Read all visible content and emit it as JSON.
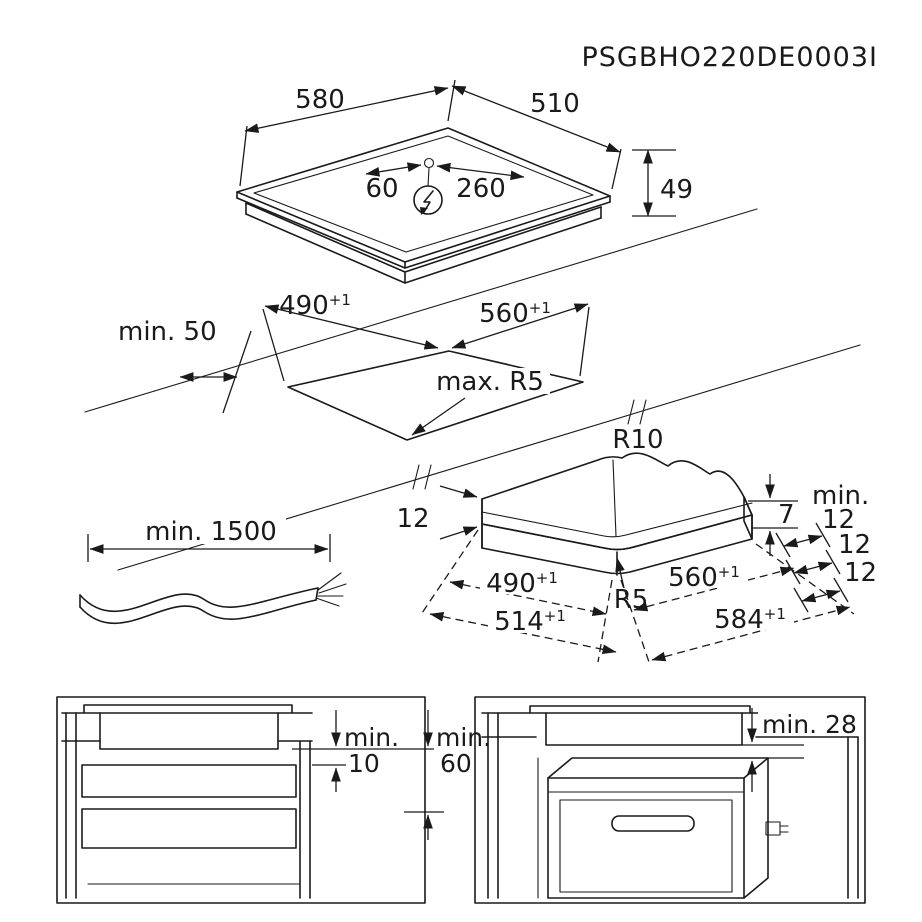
{
  "drawing": {
    "code": "PSGBHO220DE0003I",
    "tolerance": "+1",
    "hob": {
      "width": "580",
      "depth": "510",
      "conn_left": "60",
      "conn_right": "260",
      "height": "49"
    },
    "cutout": {
      "wall_clearance": "min. 50",
      "depth": "490",
      "width": "560",
      "corner_radius": "max. R5"
    },
    "flush": {
      "outer_radius": "R10",
      "inner_radius": "R5",
      "edge_left": "12",
      "step_height": "7",
      "min_label": "min.",
      "min_value": "12",
      "edge_right": "12",
      "edge_front": "12",
      "inner_depth": "490",
      "inner_width": "560",
      "outer_depth": "514",
      "outer_width": "584"
    },
    "cable": {
      "length": "min. 1500"
    },
    "cabinet": {
      "gap_label": "min.",
      "gap_value": "10",
      "vent_label": "min.",
      "vent_value": "60"
    },
    "oven": {
      "clearance": "min. 28"
    }
  }
}
